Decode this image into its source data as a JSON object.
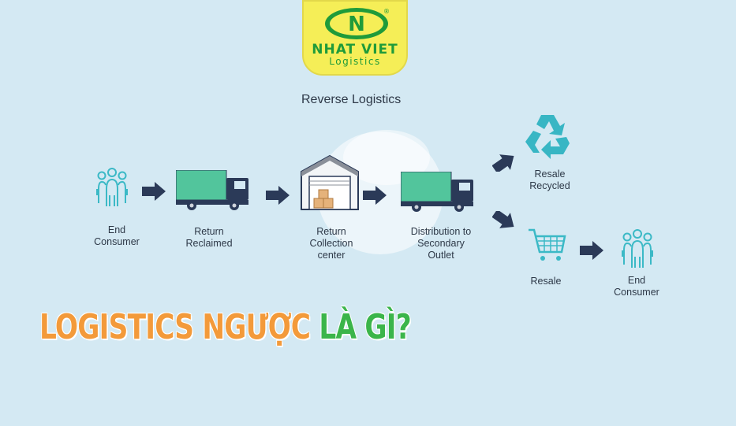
{
  "logo": {
    "brand": "NHAT VIET",
    "sub": "Logistics",
    "mark": "N",
    "registered": "®"
  },
  "title": "Reverse Logistics",
  "nodes": {
    "end_consumer_1": "End\nConsumer",
    "return_reclaimed": "Return\nReclaimed",
    "collection_center": "Return\nCollection\ncenter",
    "distribution": "Distribution to\nSecondary\nOutlet",
    "resale_recycled": "Resale\nRecycled",
    "resale": "Resale",
    "end_consumer_2": "End\nConsumer"
  },
  "headline": {
    "part1": "LOGISTICS NGƯỢC",
    "part2": "LÀ GÌ?"
  },
  "colors": {
    "background": "#d4e9f3",
    "teal": "#3bb9c6",
    "truck_body": "#52c59c",
    "truck_cab": "#2b3a58",
    "arrow": "#2b3a58",
    "warehouse_roof": "#8a8f99",
    "recycle": "#38b6c4",
    "cart": "#3bb9c6",
    "headline_orange": "#f39a3a",
    "headline_green": "#3bb54a",
    "logo_yellow": "#f5ee57",
    "logo_green": "#1f9b3a"
  }
}
